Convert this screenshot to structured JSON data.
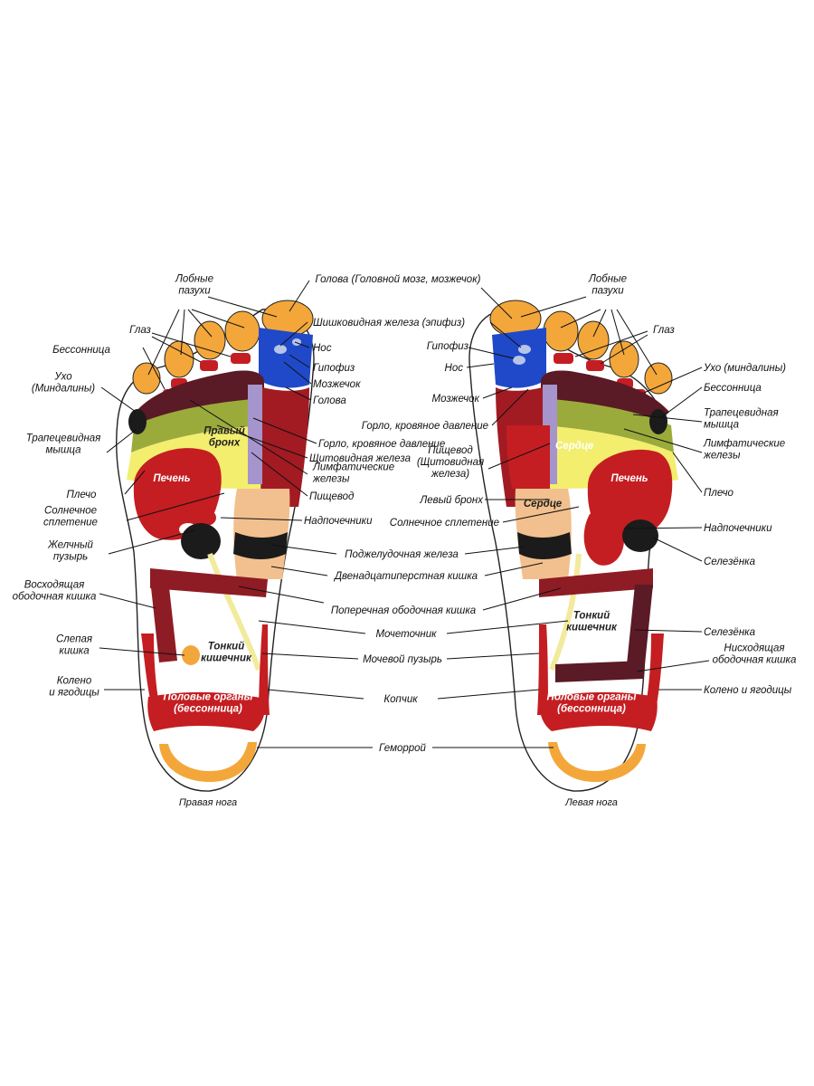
{
  "colors": {
    "red": "#c41e22",
    "dark_red": "#8e1c24",
    "maroon": "#5a1a26",
    "yellow": "#f3ee6e",
    "olive": "#9aab3c",
    "orange": "#f3a73a",
    "orange_light": "#f6b84e",
    "blue": "#1f49c9",
    "lavender": "#a694cc",
    "peach": "#f2c08e",
    "black": "#1b1b1b",
    "pale_yellow": "#f2ea9c"
  },
  "right_foot": {
    "caption": "Правая нога",
    "labels": {
      "frontal_sinuses": "Лобные\nпазухи",
      "eye": "Глаз",
      "insomnia": "Бессонница",
      "ear": "Ухо\n(Миндалины)",
      "trapezius": "Трапецевидная\nмышца",
      "shoulder": "Плечо",
      "solar_plexus": "Солнечное\nсплетение",
      "gallbladder": "Желчный\nпузырь",
      "ascending_colon": "Восходящая\nободочная кишка",
      "cecum": "Слепая\nкишка",
      "knee": "Колено\nи ягодицы",
      "liver": "Печень",
      "right_bronchus": "Правый\nбронх",
      "small_intestine": "Тонкий\nкишечник",
      "genitals": "Половые органы\n(бессонница)"
    }
  },
  "left_foot": {
    "caption": "Левая нога",
    "labels": {
      "frontal_sinuses": "Лобные\nпазухи",
      "eye": "Глаз",
      "ear": "Ухо (миндалины)",
      "insomnia": "Бессонница",
      "trapezius": "Трапецевидная\nмышца",
      "lymph": "Лимфатические\nжелезы",
      "shoulder": "Плечо",
      "adrenals": "Надпочечники",
      "spleen_1": "Селезёнка",
      "spleen_2": "Селезёнка",
      "descending_colon": "Нисходящая\nободочная кишка",
      "knee": "Колено и ягодицы",
      "heart_upper": "Сердце",
      "heart_lower": "Сердце",
      "liver": "Печень",
      "small_intestine": "Тонкий\nкишечник",
      "genitals": "Половые органы\n(бессонница)"
    }
  },
  "center_labels": {
    "head_brain": "Голова (Головной мозг, мозжечок)",
    "pineal": "Шишковидная железа (эпифиз)",
    "nose_r": "Нос",
    "pituitary_r": "Гипофиз",
    "cerebellum_r": "Мозжечок",
    "head_r": "Голова",
    "pituitary_l": "Гипофиз",
    "nose_l": "Нос",
    "cerebellum_l": "Мозжечок",
    "throat_l": "Горло, кровяное давление",
    "throat_r": "Горло, кровяное давление",
    "thyroid_r": "Щитовидная железа",
    "lymph_r": "Лимфатические\nжелезы",
    "esophagus_r": "Пищевод",
    "esophagus_l": "Пищевод\n(Щитовидная\nжелеза)",
    "left_bronchus": "Левый бронх",
    "solar_plexus_l": "Солнечное сплетение",
    "adrenals_r": "Надпочечники",
    "pancreas": "Поджелудочная железа",
    "duodenum": "Двенадцатиперстная кишка",
    "transverse_colon": "Поперечная ободочная кишка",
    "ureter": "Мочеточник",
    "bladder": "Мочевой пузырь",
    "coccyx": "Копчик",
    "hemorrhoids": "Геморрой"
  }
}
